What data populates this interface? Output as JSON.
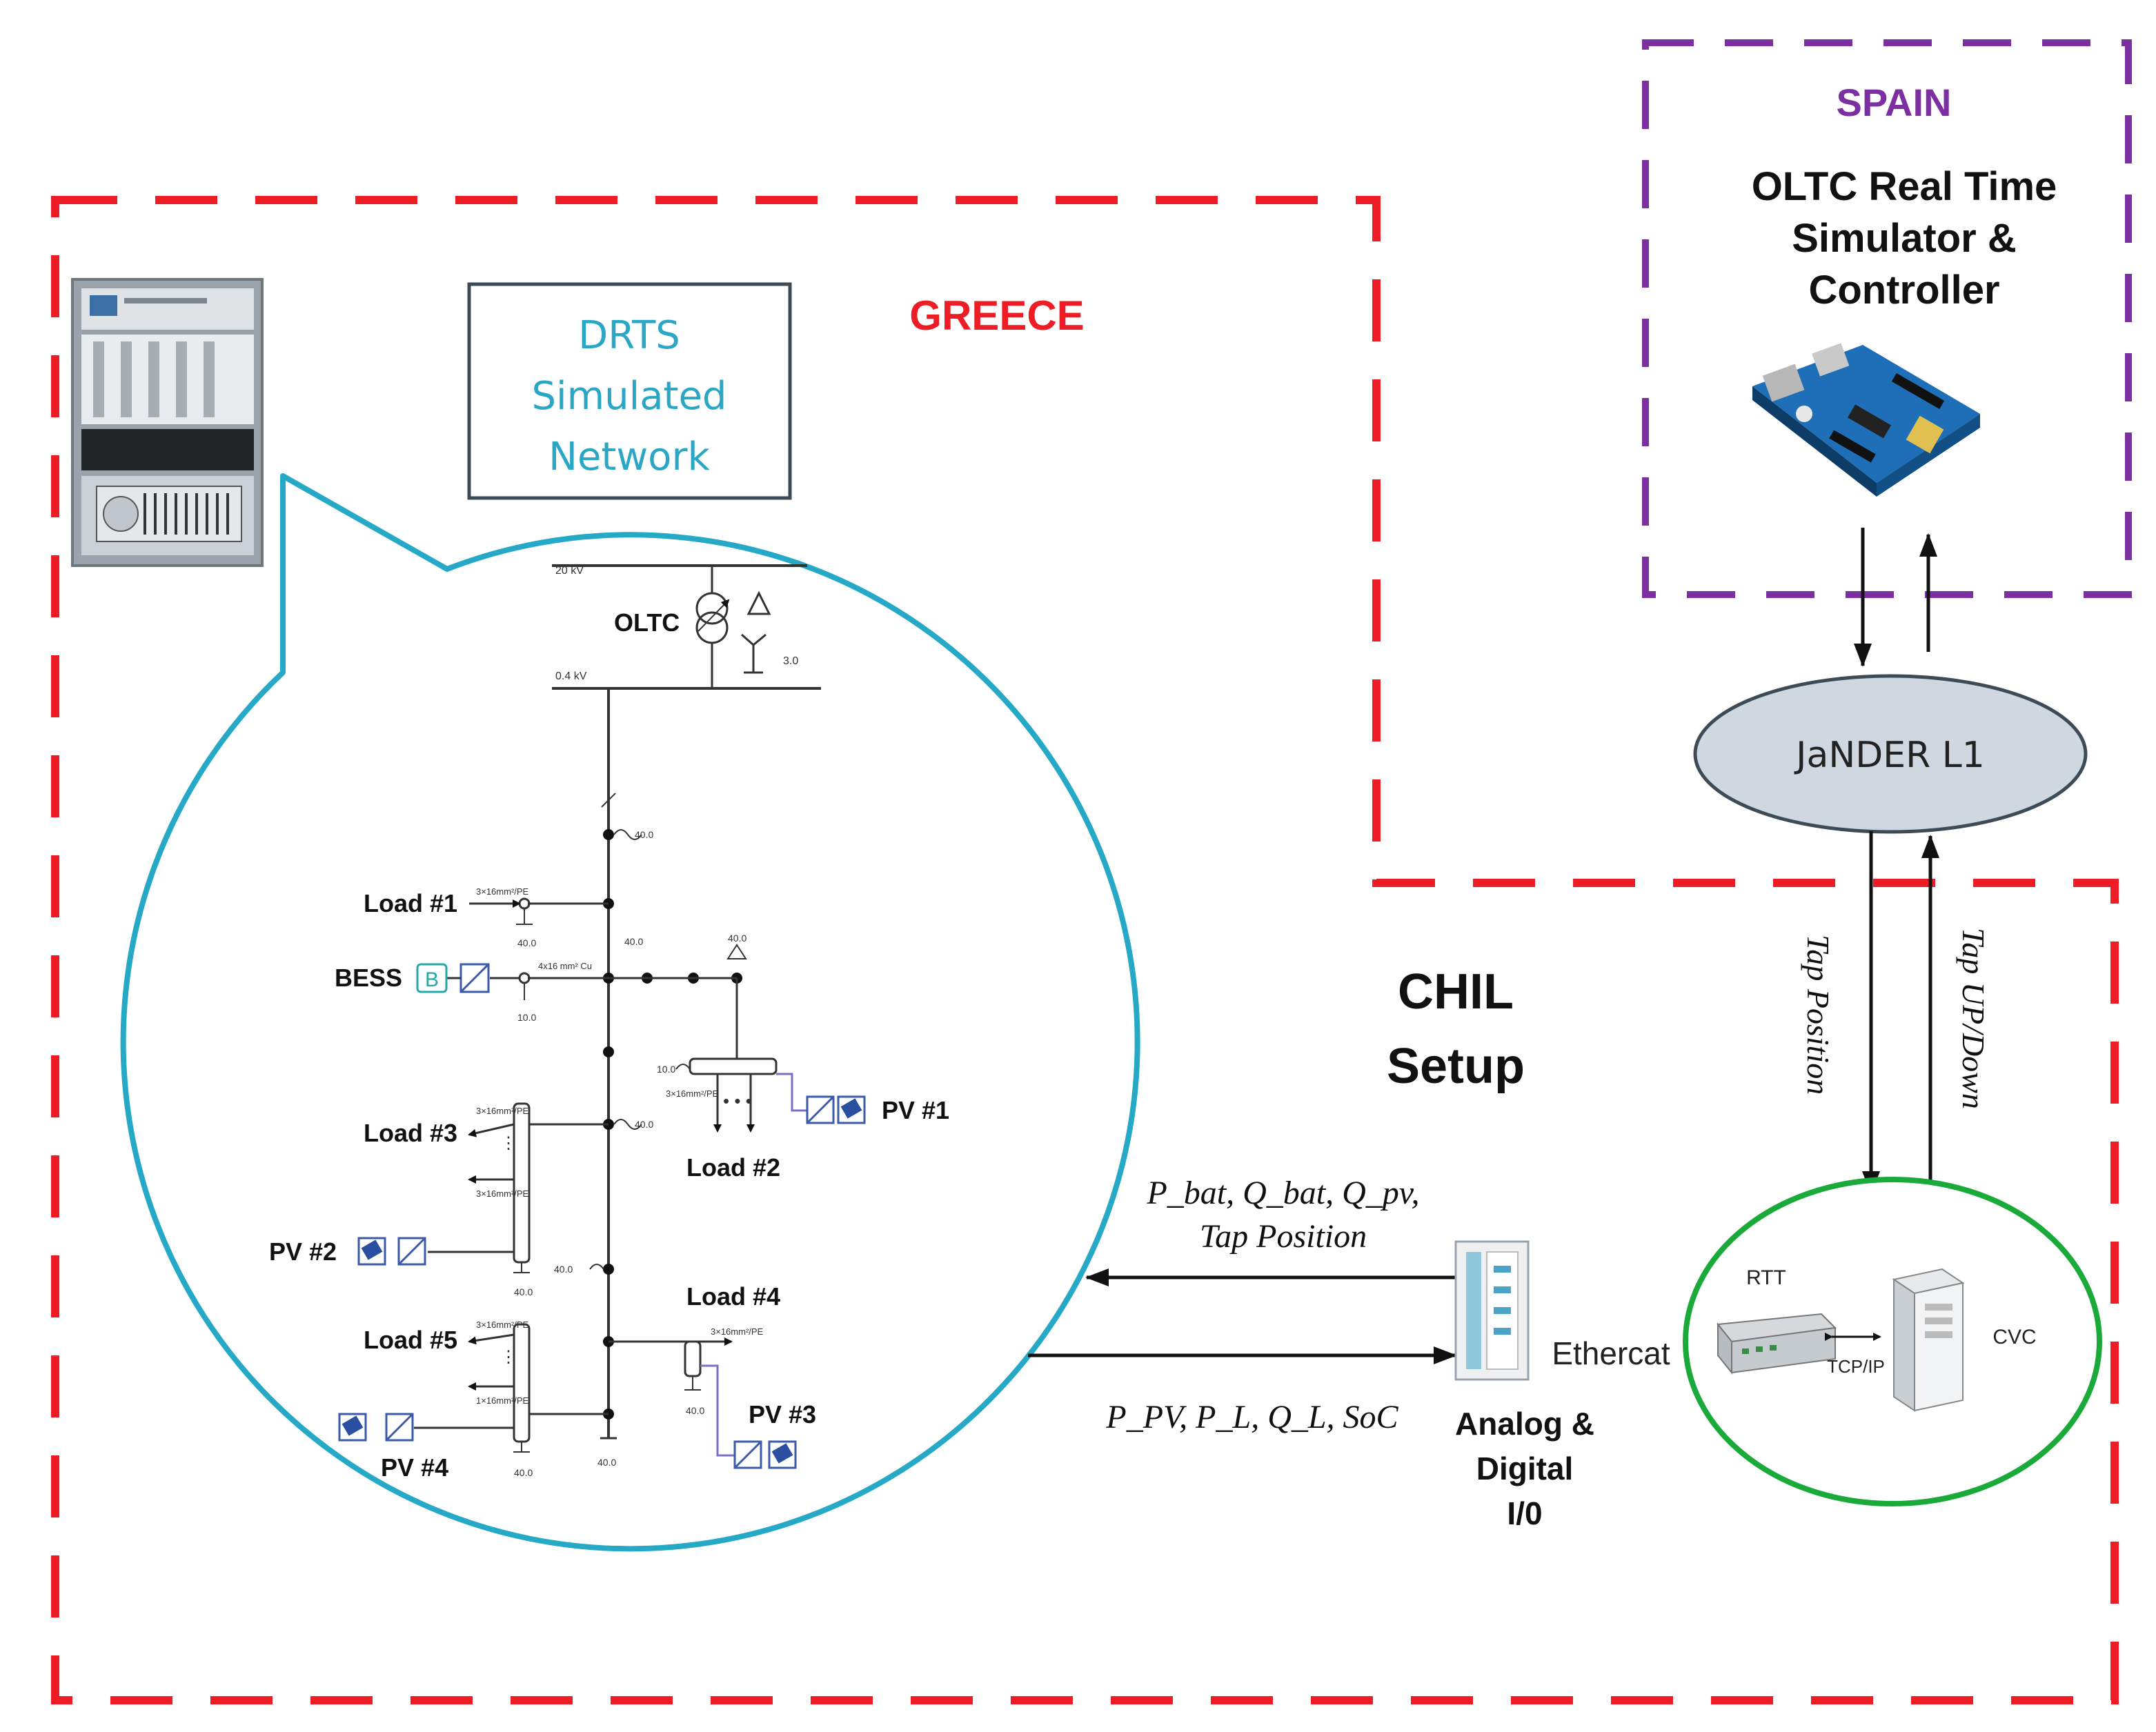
{
  "regions": {
    "greece": "GREECE",
    "spain": "SPAIN",
    "chil": [
      "CHIL",
      "Setup"
    ]
  },
  "drts_box": [
    "DRTS",
    "Simulated",
    "Network"
  ],
  "oltc_controller": [
    "OLTC Real Time",
    "Simulator &",
    "Controller"
  ],
  "jander": "JaNDER L1",
  "network": {
    "oltc": "OLTC",
    "hv_bus": "20 kV",
    "lv_bus": "0.4 kV",
    "load1": "Load #1",
    "load2": "Load #2",
    "load3": "Load #3",
    "load4": "Load #4",
    "load5": "Load #5",
    "bess": "BESS",
    "bess_symbol": "B",
    "pv1": "PV #1",
    "pv2": "PV #2",
    "pv3": "PV #3",
    "pv4": "PV #4"
  },
  "signals": {
    "to_drts_line1": "P_bat, Q_bat, Q_pv,",
    "to_drts_line2": "Tap Position",
    "from_drts": "P_PV, P_L, Q_L, SoC",
    "tap_position": "Tap Position",
    "tap_updown": "Tap UP/Down"
  },
  "io": {
    "ethercat": "Ethercat",
    "label": [
      "Analog &",
      "Digital",
      "I/0"
    ]
  },
  "cvc_group": {
    "rtt": "RTT",
    "tcpip": "TCP/IP",
    "cvc": "CVC"
  },
  "colors": {
    "greece_border": "#ee1c25",
    "spain_border": "#7b2fa0",
    "bubble": "#25a9c6",
    "jander_fill": "#cfd8e0",
    "cvc_ring": "#1aaa3a",
    "spain_text": "#7b2fa0"
  }
}
